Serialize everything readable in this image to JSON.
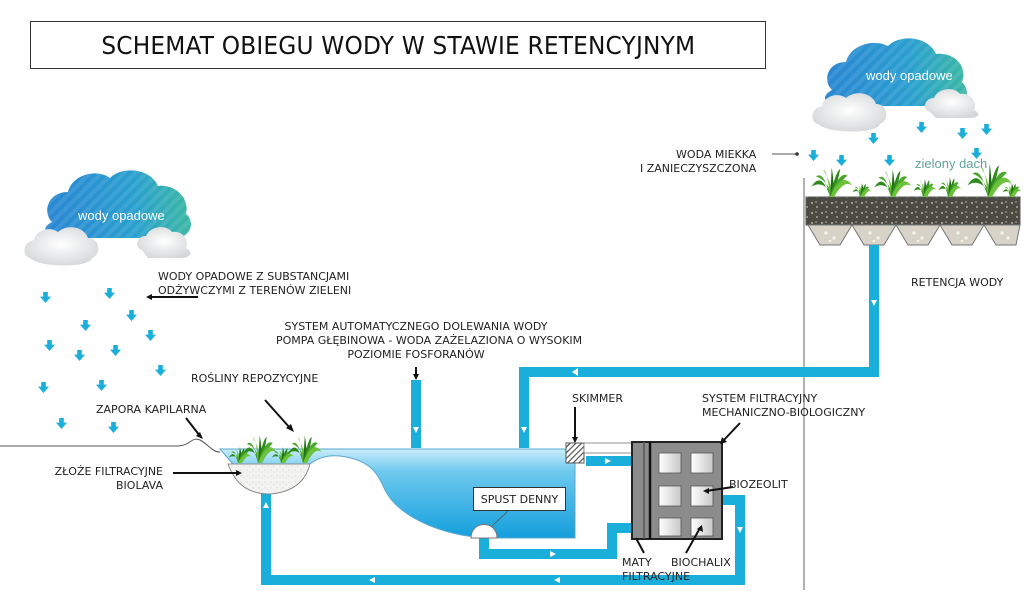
{
  "title": "SCHEMAT OBIEGU WODY W STAWIE RETENCYJNYM",
  "clouds": {
    "left_label": "wody opadowe",
    "right_label": "wody opadowe"
  },
  "green_roof_label": "zielony dach",
  "labels": {
    "soft_water": [
      "WODA MIEKKA",
      "I ZANIECZYSZCZONA"
    ],
    "rain_nutrients": [
      "WODY OPADOWE Z SUBSTANCJAMI",
      "ODŻYWCZYMI Z TERENÓW ZIELENI"
    ],
    "retention": "RETENCJA WODY",
    "auto_refill": [
      "SYSTEM AUTOMATYCZNEGO DOLEWANIA  WODY",
      "POMPA GŁĘBINOWA - WODA ZAŻELAZIONA O WYSOKIM",
      "POZIOMIE FOSFORANÓW"
    ],
    "plants": "ROŚLINY REPOZYCYJNE",
    "capillary_barrier": "ZAPORA KAPILARNA",
    "filter_bed": [
      "ZŁOŻE FILTRACYJNE",
      "BIOLAVA"
    ],
    "skimmer": "SKIMMER",
    "filter_system": [
      "SYSTEM FILTRACYJNY",
      "MECHANICZNO-BIOLOGICZNY"
    ],
    "biozeolit": "BIOZEOLIT",
    "bottom_drain": "SPUST DENNY",
    "filter_mats": [
      "MATY",
      "FILTRACYJNE"
    ],
    "biochalix": "BIOCHALIX"
  },
  "colors": {
    "pipe": "#1aaedb",
    "water_top": "#bfe6f7",
    "water_bottom": "#1ba3dc",
    "cloud_blue": "#2f8fd4",
    "cloud_teal": "#3bb5a6",
    "rain_arrow": "#1aaedb",
    "filter_gray": "#8c8c8c",
    "soil_dark": "#4a4a44",
    "plant_green": "#3f9a22"
  }
}
